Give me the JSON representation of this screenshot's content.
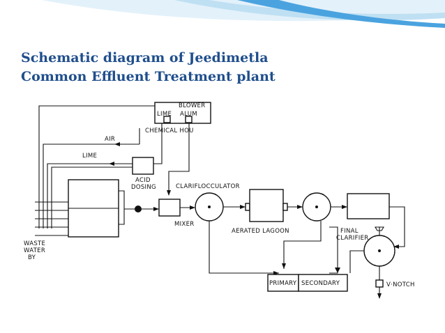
{
  "slide": {
    "title_line1": "Schematic diagram of  Jeedimetla",
    "title_line2": "Common Effluent Treatment plant",
    "title_color": "#1f4e8c",
    "accent_color": "#4aa3df"
  },
  "diagram": {
    "blower": "BLOWER",
    "lime_top": "LIME",
    "alum": "ALUM",
    "chemical_house": "CHEMICAL HOU",
    "air": "AIR",
    "lime": "LIME",
    "acid_line1": "ACID",
    "acid_line2": "DOSING",
    "clariflocculator": "CLARIFLOCCULATOR",
    "mixer": "MIXER",
    "aerated_lagoon": "AERATED LAGOON",
    "final_line1": "FINAL",
    "final_line2": "CLARIFIER",
    "waste_line1": "WASTE",
    "waste_line2": "WATER",
    "waste_line3": "BY",
    "primary": "PRIMARY",
    "secondary": "SECONDARY",
    "vnotch": "V·NOTCH"
  }
}
